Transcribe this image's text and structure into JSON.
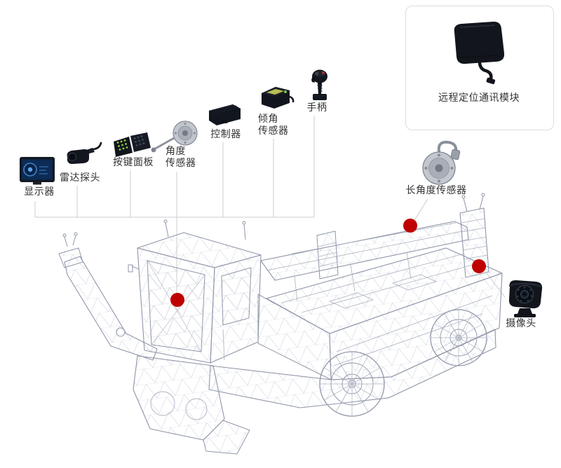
{
  "diagram": {
    "type": "labeled component diagram of a wireframe road-sweeper truck",
    "marker_count": 3
  },
  "colors": {
    "background": "#ffffff",
    "marker_red": "#c00000",
    "connector_gray": "#cccccc",
    "wireframe_gray": "#8f96a9",
    "label_text": "#333333",
    "module_box_border": "#dcdcdc"
  },
  "components": {
    "display": {
      "label": "显示器",
      "icon": "monitor-icon"
    },
    "radar_probe": {
      "label": "雷达探头",
      "icon": "radar-camera-icon"
    },
    "keypad": {
      "label": "按键面板",
      "icon": "keypad-icon"
    },
    "angle_sensor": {
      "label": "角度\n传感器",
      "icon": "angle-sensor-icon"
    },
    "controller": {
      "label": "控制器",
      "icon": "controller-box-icon"
    },
    "tilt_sensor": {
      "label": "倾角\n传感器",
      "icon": "tilt-sensor-icon"
    },
    "joystick": {
      "label": "手柄",
      "icon": "joystick-icon"
    },
    "remote_module": {
      "label": "远程定位通讯模块",
      "icon": "gps-antenna-icon"
    },
    "long_angle_sensor": {
      "label": "长角度传感器",
      "icon": "cable-angle-sensor-icon"
    },
    "camera": {
      "label": "摄像头",
      "icon": "rearview-camera-icon"
    }
  }
}
